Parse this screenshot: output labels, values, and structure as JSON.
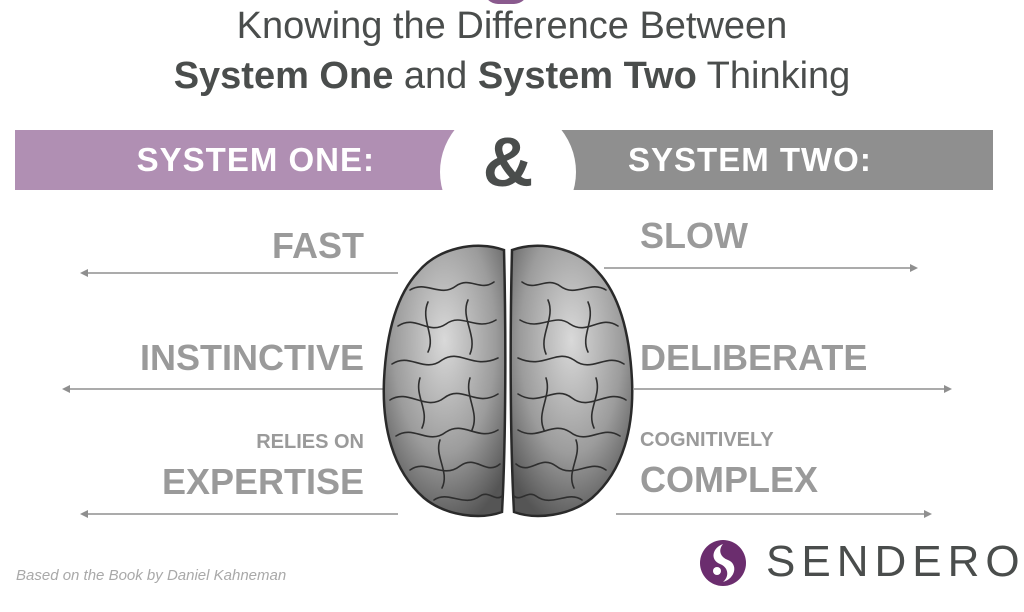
{
  "title": {
    "line1": "Knowing the Difference Between",
    "line2_bold1": "System One",
    "line2_mid": " and ",
    "line2_bold2": "System Two",
    "line2_end": " Thinking"
  },
  "banners": {
    "left": "SYSTEM ONE:",
    "ampersand": "&",
    "right": "SYSTEM TWO:"
  },
  "system_one": {
    "fast": "FAST",
    "instinctive": "INSTINCTIVE",
    "relies_on": "RELIES ON",
    "expertise": "EXPERTISE"
  },
  "system_two": {
    "slow": "SLOW",
    "deliberate": "DELIBERATE",
    "cognitively": "COGNITIVELY",
    "complex": "COMPLEX"
  },
  "caption": "Based on the Book by Daniel Kahneman",
  "logo": {
    "text": "SENDERO",
    "icon": "sendero-logo-icon"
  },
  "colors": {
    "system_one_banner": "#b08fb3",
    "system_two_banner": "#8f8f8f",
    "trait_text": "#9a9a9a",
    "logo_purple": "#6b2d6e"
  }
}
